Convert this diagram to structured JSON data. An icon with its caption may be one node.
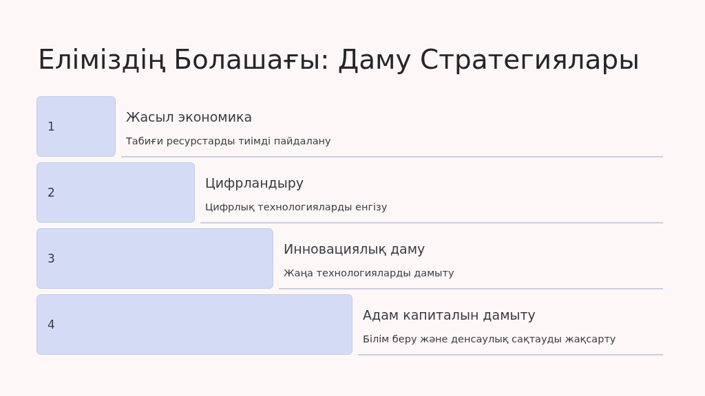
{
  "diagram": {
    "title": "Еліміздің Болашағы: Даму Стратегиялары",
    "nodes": [
      {
        "text": [
          "1"
        ],
        "beside": [
          "Жасыл экономика",
          "Табиғи ресурстарды тиімді пайдалану"
        ]
      },
      {
        "text": [
          "2"
        ],
        "beside": [
          "Цифрландыру",
          "Цифрлық технологияларды енгізу"
        ]
      },
      {
        "text": [
          "3"
        ],
        "beside": [
          "Инновациялық даму",
          "Жаңа технологияларды дамыту"
        ]
      },
      {
        "text": [
          "4"
        ],
        "beside": [
          "Адам капиталын дамыту",
          "Білім беру және денсаулық сақтауды жақсарту"
        ]
      }
    ]
  }
}
